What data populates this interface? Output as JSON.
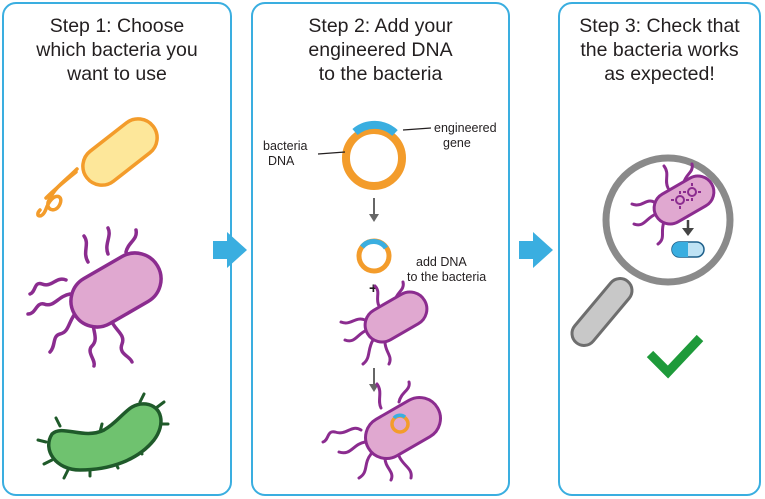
{
  "steps": [
    {
      "title_lines": [
        "Step 1: Choose",
        "which bacteria you",
        "want to use"
      ]
    },
    {
      "title_lines": [
        "Step 2: Add your",
        "engineered DNA",
        "to the bacteria"
      ],
      "labels": {
        "bacteria_dna": [
          "bacteria",
          "DNA"
        ],
        "engineered_gene": [
          "engineered",
          "gene"
        ],
        "add_dna": [
          "add DNA",
          "to the bacteria"
        ],
        "plus": "+"
      }
    },
    {
      "title_lines": [
        "Step 3: Check that",
        "the bacteria works",
        "as expected!"
      ]
    }
  ],
  "colors": {
    "panel_border": "#3aaee0",
    "arrow_blue": "#3aaee0",
    "rod_fill": "#fde79a",
    "rod_stroke": "#f39c2b",
    "purple_stroke": "#8b2c8f",
    "purple_fill": "#e0a8d0",
    "green_fill": "#6fc26f",
    "green_stroke": "#1f5a2a",
    "plasmid_orange": "#f39c2b",
    "gene_blue": "#3aaee0",
    "check_green": "#1e9a3a",
    "magnifier_gray": "#8a8a8a"
  },
  "icons": [
    "right-arrow-icon",
    "down-arrow-icon",
    "magnifier-icon",
    "checkmark-icon",
    "gear-icon",
    "capsule-icon",
    "plasmid-icon",
    "bacterium-icon"
  ]
}
